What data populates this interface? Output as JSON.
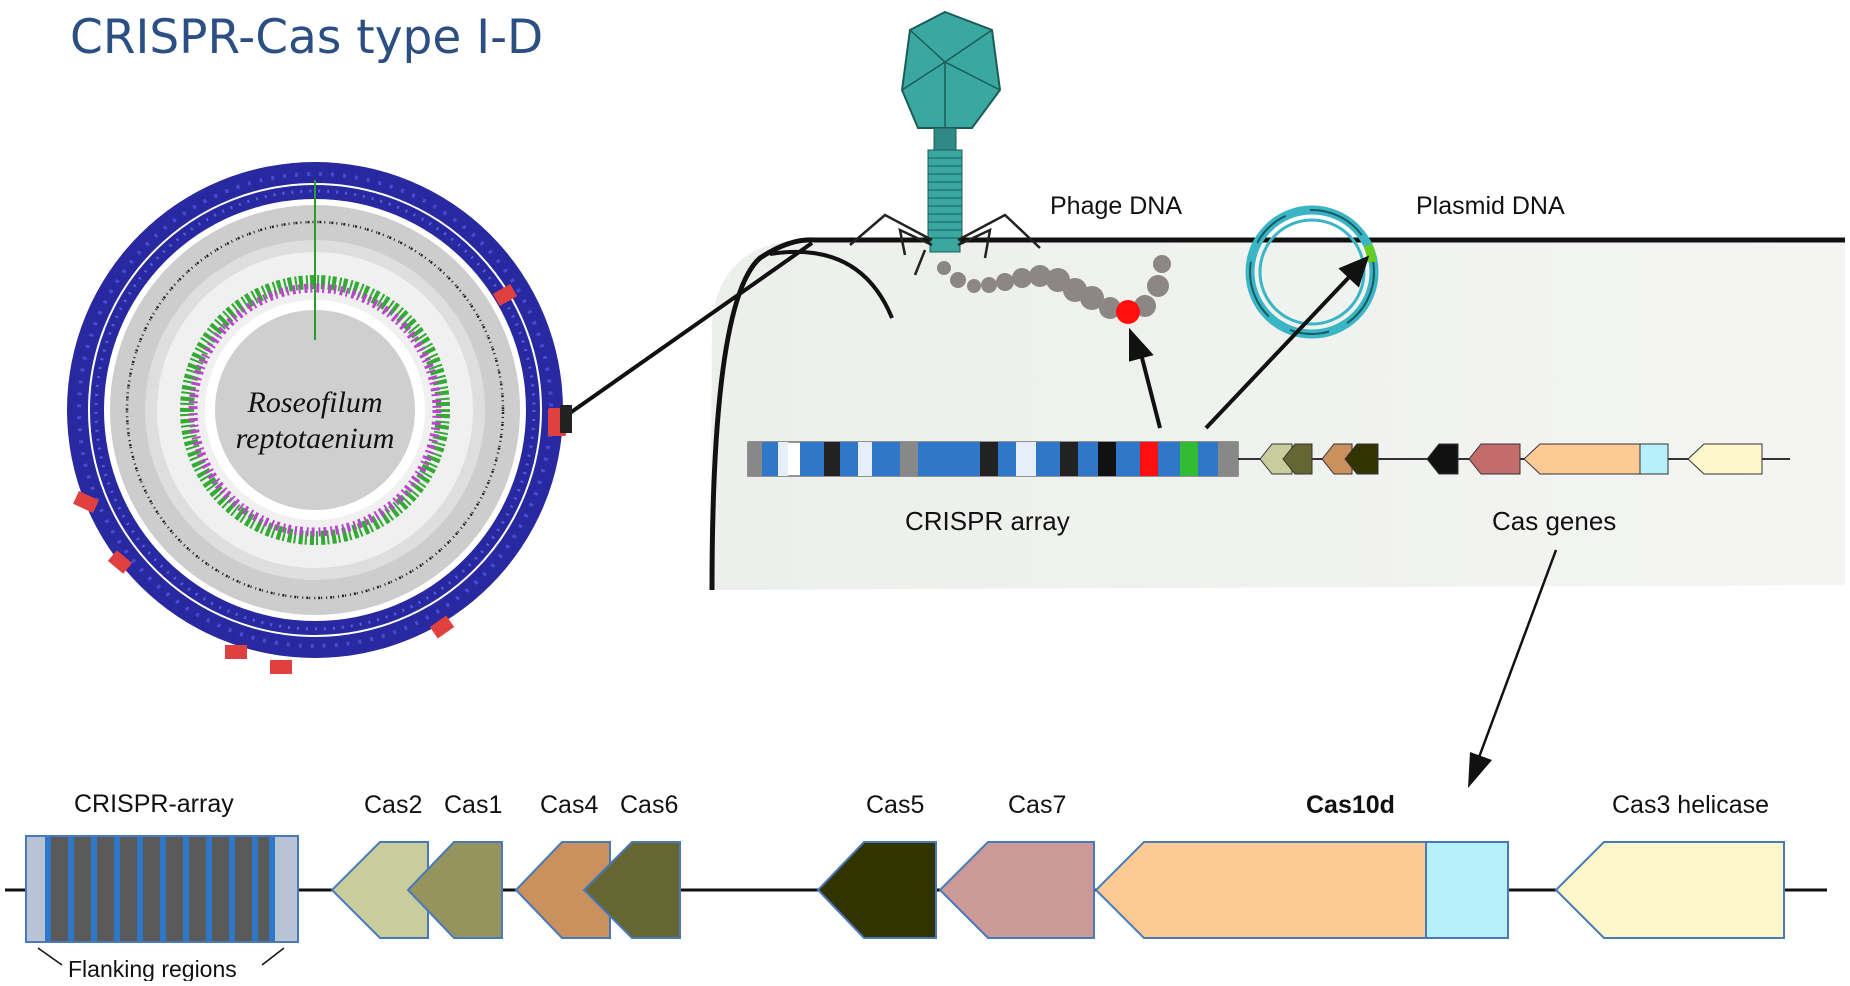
{
  "title": "CRISPR-Cas type I-D",
  "organism": {
    "line1": "Roseofilum",
    "line2": "reptotaenium"
  },
  "labels": {
    "phage_dna": "Phage DNA",
    "plasmid_dna": "Plasmid DNA",
    "crispr_array": "CRISPR array",
    "cas_genes": "Cas genes",
    "crispr_array_bottom": "CRISPR-array",
    "flanking_regions": "Flanking regions"
  },
  "genes": {
    "cas2": "Cas2",
    "cas1": "Cas1",
    "cas4": "Cas4",
    "cas6": "Cas6",
    "cas5": "Cas5",
    "cas7": "Cas7",
    "cas10d": "Cas10d",
    "cas3": "Cas3 helicase"
  },
  "colors": {
    "title": "#2b4f82",
    "genome_ring": "#2a2aa0",
    "crispr_locus_marker": "#e04040",
    "repeat": "#2f78c8",
    "spacer": "#5a5a5a",
    "cell": "#eef0ed",
    "phage": "#3aa8a0",
    "plasmid": "#3ab5c4",
    "target_spacer": "#ff1010",
    "plasmid_target": "#66cc22",
    "cas2": "#c9cc9c",
    "cas1": "#96945e",
    "cas4": "#c9915e",
    "cas6": "#666633",
    "cas5": "#333300",
    "cas7": "#cc9999",
    "cas10d": "#fdca95",
    "cas10d_domain": "#b6f0fb",
    "cas3": "#fcf7cb",
    "gene_outline": "#4a79b8"
  },
  "icons": [
    "bacteriophage-icon",
    "plasmid-ring-icon",
    "circular-genome-map-icon"
  ]
}
